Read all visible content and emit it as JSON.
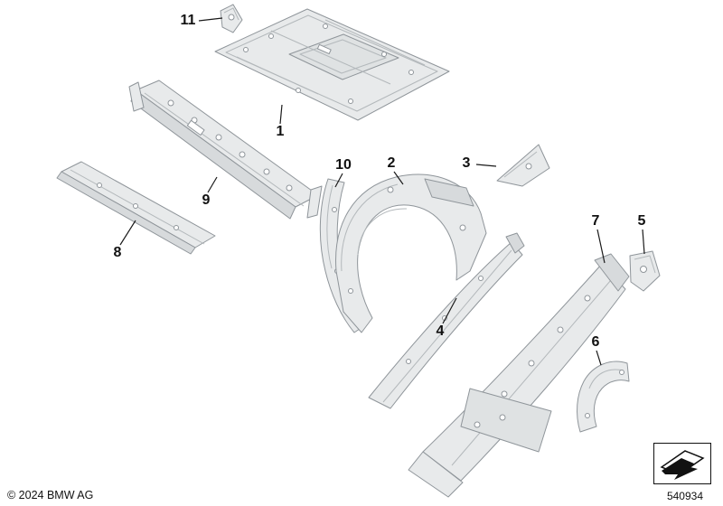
{
  "diagram": {
    "kind": "vehicle-body-parts-exploded-view",
    "colors": {
      "background": "#ffffff",
      "part_fill": "#e8eaeb",
      "part_fill_dark": "#d7dadc",
      "part_stroke": "#8f959a",
      "leader_line": "#1a1a1a"
    },
    "icons": {
      "footnote_symbol": "diagonal-sheet-arrow-icon"
    }
  },
  "callouts": [
    {
      "number": "1"
    },
    {
      "number": "2"
    },
    {
      "number": "3"
    },
    {
      "number": "4"
    },
    {
      "number": "5"
    },
    {
      "number": "6"
    },
    {
      "number": "7"
    },
    {
      "number": "8"
    },
    {
      "number": "9"
    },
    {
      "number": "10"
    },
    {
      "number": "11"
    }
  ],
  "footer": {
    "copyright": "© 2024 BMW AG",
    "part_number": "540934"
  }
}
